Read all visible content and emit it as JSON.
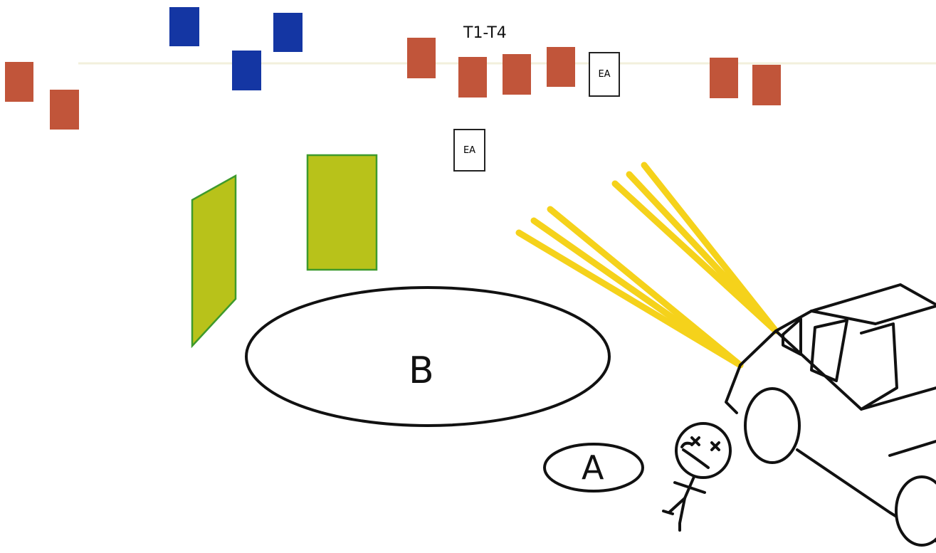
{
  "labels": {
    "team_group": "T1-T4",
    "ea_top": "EA",
    "ea_lower": "EA",
    "zone_b": "B",
    "zone_a": "A"
  },
  "colors": {
    "red_marker": "#c1553a",
    "blue_marker": "#1436a3",
    "green_panel_fill": "#b8c21a",
    "green_panel_stroke": "#3e9a2c",
    "light_beam": "#f5d21b",
    "ink": "#111111"
  },
  "icons": {
    "vehicle": "car-icon",
    "casualty": "stick-figure-icon"
  }
}
